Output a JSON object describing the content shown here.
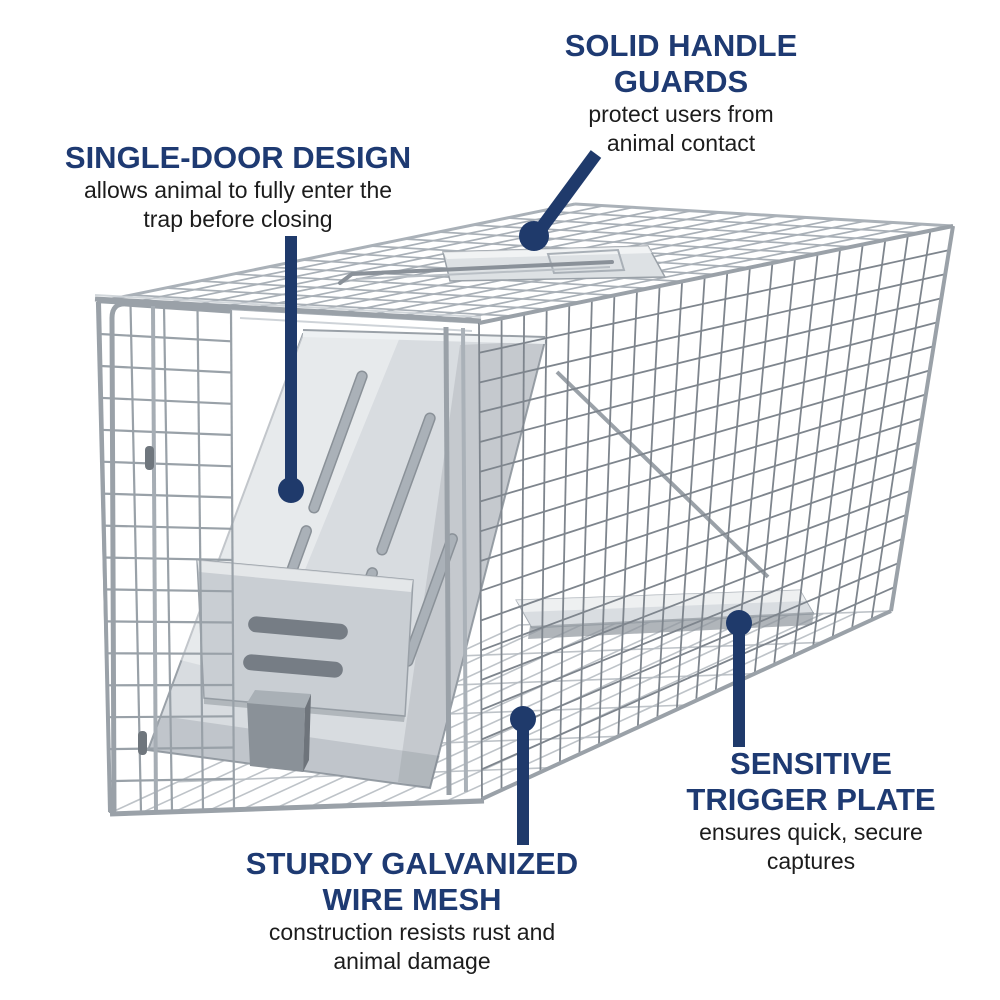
{
  "figure": {
    "type": "annotated product feature diagram",
    "subject": "single-door live animal cage trap"
  },
  "colors": {
    "background": "#ffffff",
    "callout_line": "#1f3a6b",
    "heading_text": "#1e3a72",
    "body_text": "#1c1c1c",
    "metal_light": "#e9ecef",
    "metal_mid": "#c9ced3",
    "wire_gray": "#8a9198"
  },
  "callouts": [
    {
      "id": "solid-handle-guards",
      "title": "SOLID HANDLE GUARDS",
      "title_lines": [
        "SOLID HANDLE",
        "GUARDS"
      ],
      "description": "protect users from animal contact",
      "desc_lines": [
        "protect users from",
        "animal contact"
      ]
    },
    {
      "id": "single-door-design",
      "title": "SINGLE-DOOR DESIGN",
      "title_lines": [
        "SINGLE-DOOR DESIGN"
      ],
      "description": "allows animal to fully enter the trap before closing",
      "desc_lines": [
        "allows animal to fully enter the",
        "trap before closing"
      ]
    },
    {
      "id": "sensitive-trigger-plate",
      "title": "SENSITIVE TRIGGER PLATE",
      "title_lines": [
        "SENSITIVE",
        "TRIGGER PLATE"
      ],
      "description": "ensures quick, secure captures",
      "desc_lines": [
        "ensures quick, secure",
        "captures"
      ]
    },
    {
      "id": "sturdy-galvanized-wire-mesh",
      "title": "STURDY GALVANIZED WIRE MESH",
      "title_lines": [
        "STURDY GALVANIZED",
        "WIRE MESH"
      ],
      "description": "construction resists rust and animal damage",
      "desc_lines": [
        "construction resists rust and",
        "animal damage"
      ]
    }
  ]
}
